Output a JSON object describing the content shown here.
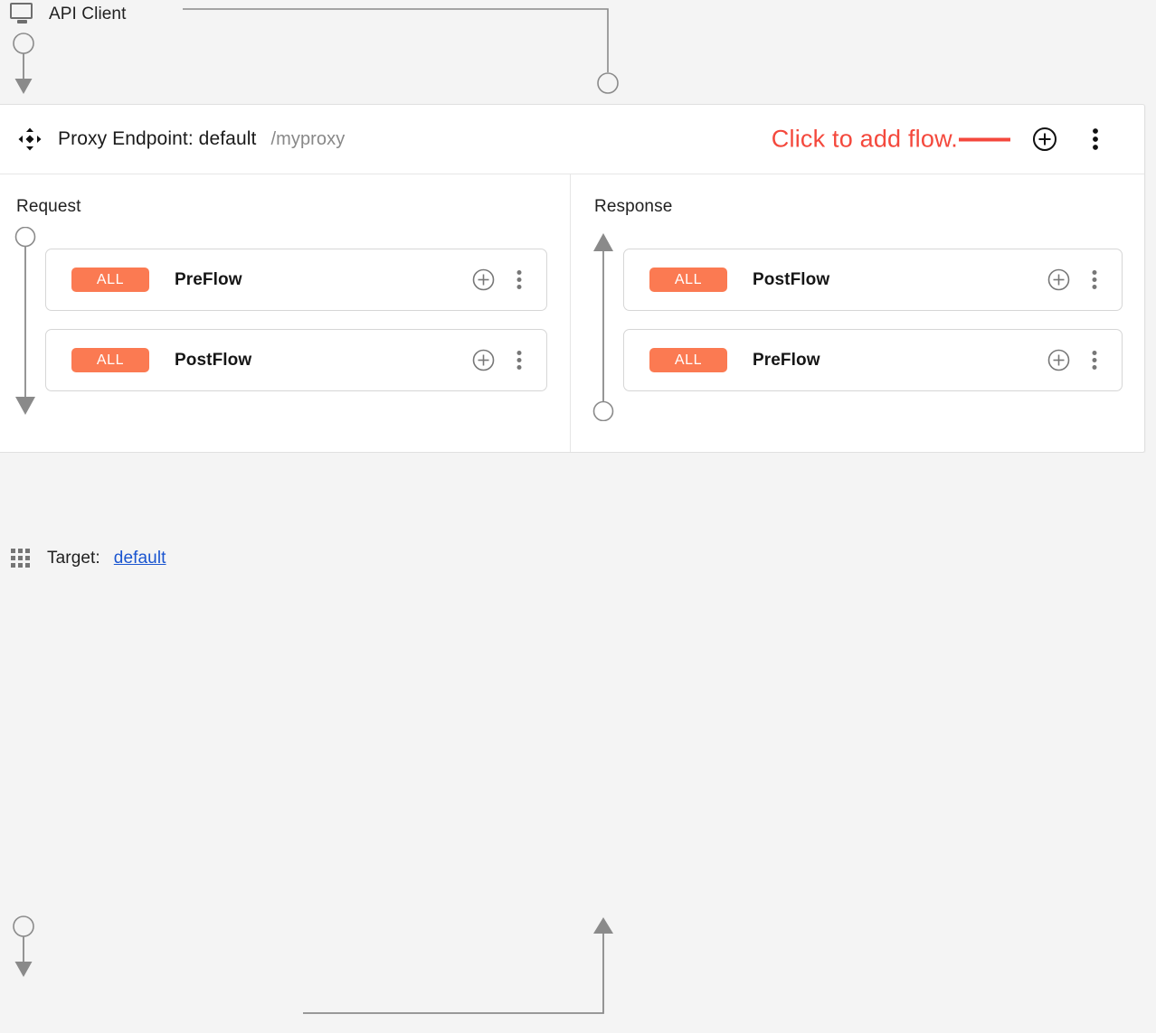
{
  "page": {
    "background_color": "#f4f4f4",
    "panel_color": "#ffffff"
  },
  "client": {
    "icon": "monitor-icon",
    "label": "API Client"
  },
  "endpoint": {
    "drag_icon": "move-handle-icon",
    "title": "Proxy Endpoint: default",
    "basepath": "/myproxy",
    "add_flow_icon": "plus-circle-icon",
    "menu_icon": "more-vertical-icon",
    "annotation": {
      "text": "Click to add flow.",
      "color": "#f4483c",
      "pointer": "pointer-line"
    }
  },
  "columns": {
    "request": {
      "title": "Request",
      "arrow_direction": "down",
      "flows": [
        {
          "badge": "ALL",
          "badge_color": "#fb7a52",
          "name": "PreFlow",
          "add_icon": "plus-circle-icon",
          "menu_icon": "more-vertical-icon"
        },
        {
          "badge": "ALL",
          "badge_color": "#fb7a52",
          "name": "PostFlow",
          "add_icon": "plus-circle-icon",
          "menu_icon": "more-vertical-icon"
        }
      ]
    },
    "response": {
      "title": "Response",
      "arrow_direction": "up",
      "flows": [
        {
          "badge": "ALL",
          "badge_color": "#fb7a52",
          "name": "PostFlow",
          "add_icon": "plus-circle-icon",
          "menu_icon": "more-vertical-icon"
        },
        {
          "badge": "ALL",
          "badge_color": "#fb7a52",
          "name": "PreFlow",
          "add_icon": "plus-circle-icon",
          "menu_icon": "more-vertical-icon"
        }
      ]
    }
  },
  "target": {
    "icon": "apps-grid-icon",
    "label": "Target: ",
    "link": "default",
    "link_color": "#1a55d0"
  }
}
